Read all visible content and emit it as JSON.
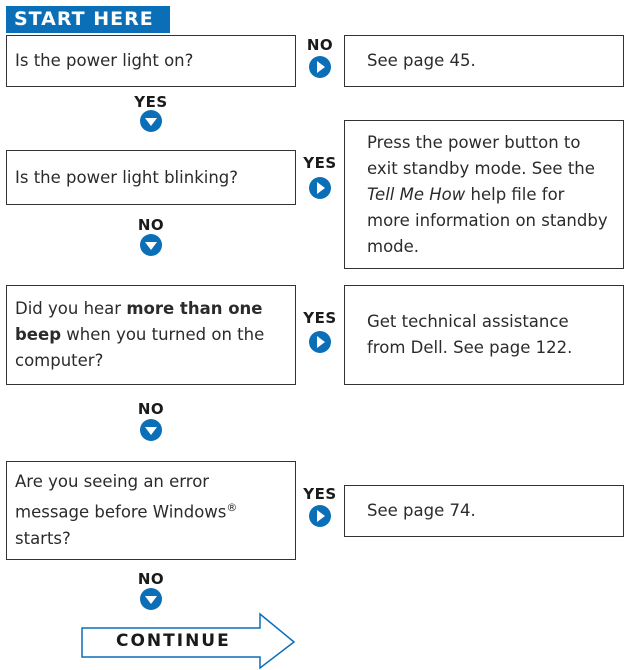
{
  "header": {
    "start_label": "START HERE"
  },
  "steps": [
    {
      "question": "Is the power light on?",
      "answer_label": "NO",
      "answer": "See page 45.",
      "next_label": "YES"
    },
    {
      "question": "Is the power light blinking?",
      "answer_label": "YES",
      "answer_parts": [
        "Press the power button to exit standby mode. See the ",
        "Tell Me How",
        " help file for more information on standby mode."
      ],
      "next_label": "NO"
    },
    {
      "question_parts": [
        "Did you hear ",
        "more than one beep",
        " when you turned on the computer?"
      ],
      "answer_label": "YES",
      "answer": "Get technical assistance from Dell. See page 122.",
      "next_label": "NO"
    },
    {
      "question_parts": [
        "Are you seeing an error message before Windows",
        "®",
        " starts?"
      ],
      "answer_label": "YES",
      "answer": "See page 74.",
      "next_label": "NO"
    }
  ],
  "continue_label": "CONTINUE",
  "colors": {
    "accent": "#0b6fb8",
    "border": "#333333"
  }
}
